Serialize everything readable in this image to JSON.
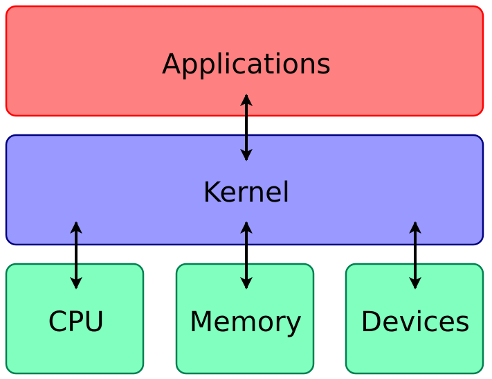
{
  "colors": {
    "applications_fill": "#ff8080",
    "applications_stroke": "#ff0000",
    "kernel_fill": "#9999ff",
    "kernel_stroke": "#000080",
    "hardware_fill": "#80ffbf",
    "hardware_stroke": "#008050",
    "arrow": "#000000"
  },
  "layers": {
    "applications": {
      "label": "Applications"
    },
    "kernel": {
      "label": "Kernel"
    },
    "hardware": [
      {
        "label": "CPU"
      },
      {
        "label": "Memory"
      },
      {
        "label": "Devices"
      }
    ]
  }
}
